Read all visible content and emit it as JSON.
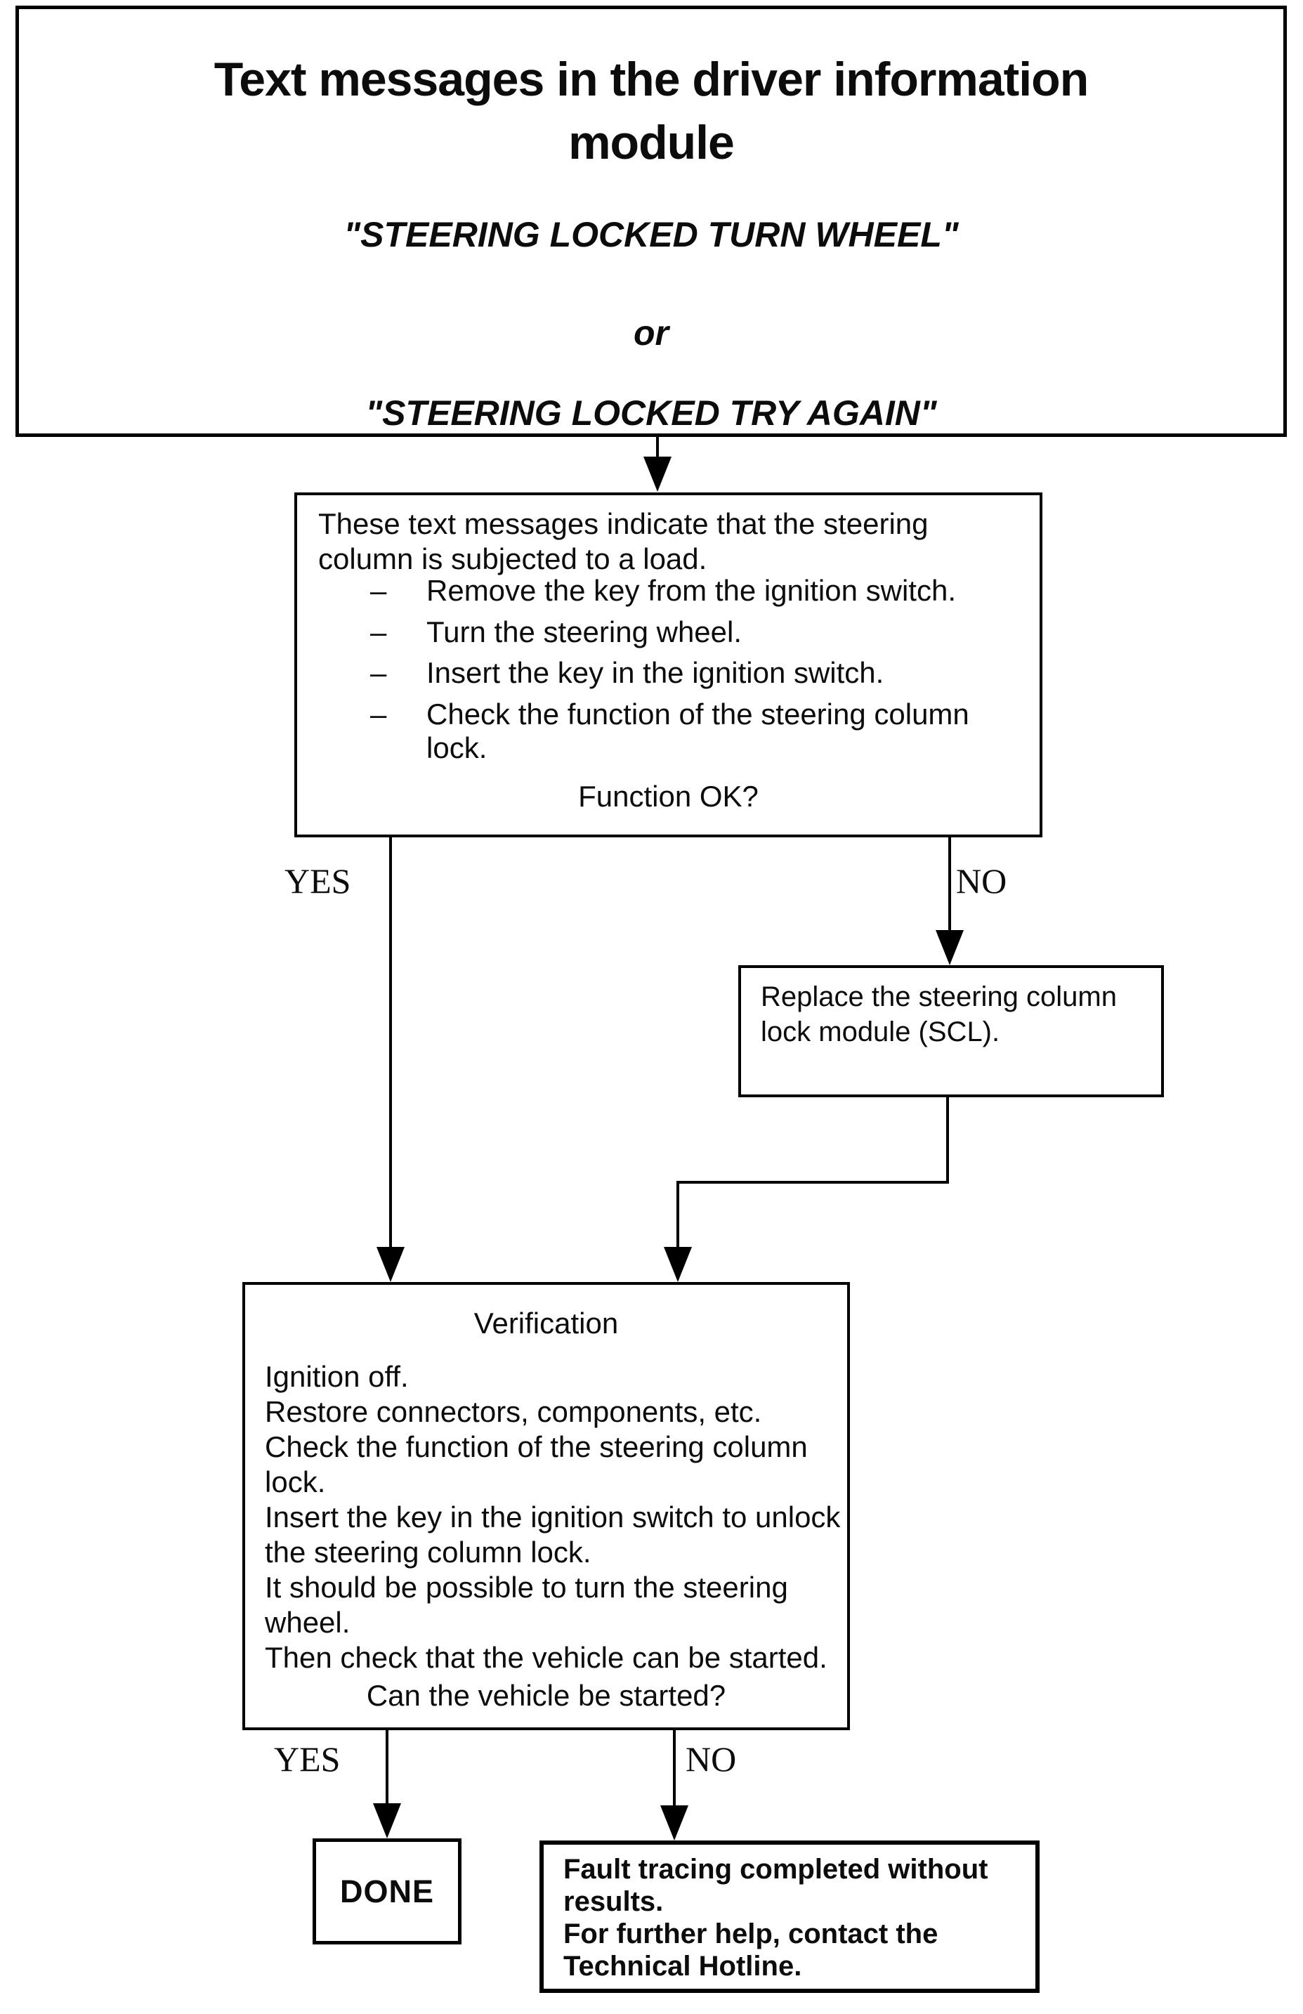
{
  "colors": {
    "ink": "#0c0c0c",
    "line": "#000000",
    "background": "#ffffff"
  },
  "title_box": {
    "title_lines": [
      "Text messages in the driver information",
      "module"
    ],
    "message1": "\"STEERING LOCKED TURN WHEEL\"",
    "conjunction": "or",
    "message2": "\"STEERING LOCKED TRY AGAIN\""
  },
  "step1_box": {
    "intro": "These text messages indicate that the steering column is subjected to a load.",
    "bullet_char": "–",
    "bullets": [
      "Remove the key from the ignition switch.",
      "Turn the steering wheel.",
      "Insert the key in the ignition switch.",
      "Check the function of the steering column lock."
    ],
    "question": "Function OK?"
  },
  "labels": {
    "yes1": "YES",
    "no1": "NO",
    "yes2": "YES",
    "no2": "NO"
  },
  "replace_box": {
    "text": "Replace the steering column lock module (SCL)."
  },
  "verification_box": {
    "title": "Verification",
    "lines": [
      "Ignition off.",
      "Restore connectors, components, etc.",
      "Check the function of the steering column lock.",
      "Insert the key in the ignition switch to unlock the steering column lock.",
      "It should be possible to turn the steering wheel.",
      "Then check that the vehicle can be started."
    ],
    "question": "Can the vehicle be started?"
  },
  "done_box": {
    "label": "DONE"
  },
  "fault_box": {
    "lines": [
      "Fault tracing completed without results.",
      "For further help, contact the Technical Hotline."
    ]
  }
}
